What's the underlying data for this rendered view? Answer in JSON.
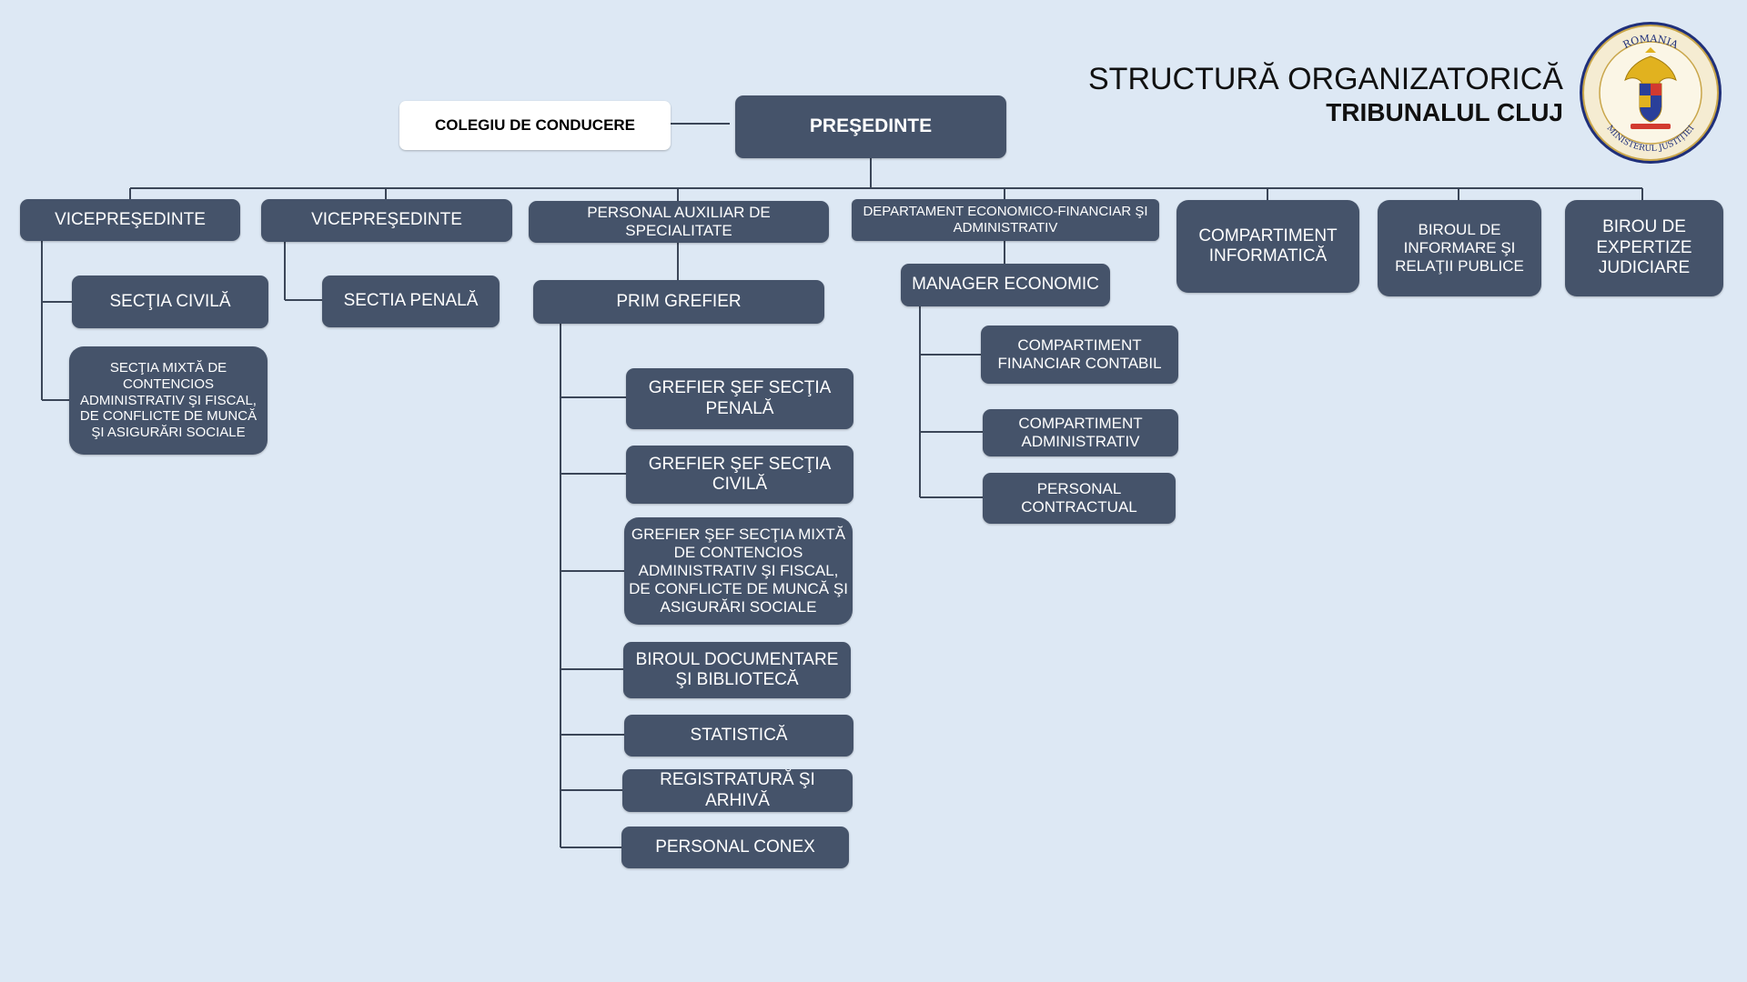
{
  "header": {
    "title": "STRUCTURĂ ORGANIZATORICĂ",
    "subtitle": "TRIBUNALUL CLUJ",
    "seal": {
      "top_text": "ROMANIA",
      "bottom_text": "MINISTERUL JUSTIȚIEI"
    }
  },
  "colors": {
    "box": "#45536a",
    "background": "#dde8f4",
    "line": "#3b4658"
  },
  "chart": {
    "presedinte": "PREŞEDINTE",
    "colegiu": "COLEGIU DE CONDUCERE",
    "vicepresedinte_1": "VICEPREŞEDINTE",
    "vicepresedinte_2": "VICEPREŞEDINTE",
    "sectia_civila": "SECŢIA CIVILĂ",
    "sectia_mixta": "SECŢIA MIXTĂ DE CONTENCIOS ADMINISTRATIV ŞI FISCAL, DE CONFLICTE DE MUNCĂ ŞI ASIGURĂRI SOCIALE",
    "sectia_penala": "SECTIA PENALĂ",
    "personal_auxiliar": "PERSONAL AUXILIAR DE SPECIALITATE",
    "prim_grefier": "PRIM GREFIER",
    "grefier_penala": "GREFIER ŞEF SECŢIA PENALĂ",
    "grefier_civila": "GREFIER ŞEF SECŢIA CIVILĂ",
    "grefier_mixta": "GREFIER ŞEF SECŢIA MIXTĂ DE CONTENCIOS ADMINISTRATIV ŞI FISCAL, DE CONFLICTE DE MUNCĂ ŞI ASIGURĂRI SOCIALE",
    "biroul_documentare": "BIROUL DOCUMENTARE ŞI BIBLIOTECĂ",
    "statistica": "STATISTICĂ",
    "registratura": "REGISTRATURĂ ŞI ARHIVĂ",
    "personal_conex": "PERSONAL CONEX",
    "departament_economic": "DEPARTAMENT ECONOMICO-FINANCIAR ŞI ADMINISTRATIV",
    "manager_economic": "MANAGER ECONOMIC",
    "comp_financiar": "COMPARTIMENT FINANCIAR CONTABIL",
    "comp_administrativ": "COMPARTIMENT ADMINISTRATIV",
    "personal_contractual": "PERSONAL CONTRACTUAL",
    "comp_informatica": "COMPARTIMENT INFORMATICĂ",
    "biroul_informare": "BIROUL DE INFORMARE ŞI RELAŢII PUBLICE",
    "birou_expertize": "BIROU DE EXPERTIZE JUDICIARE"
  }
}
